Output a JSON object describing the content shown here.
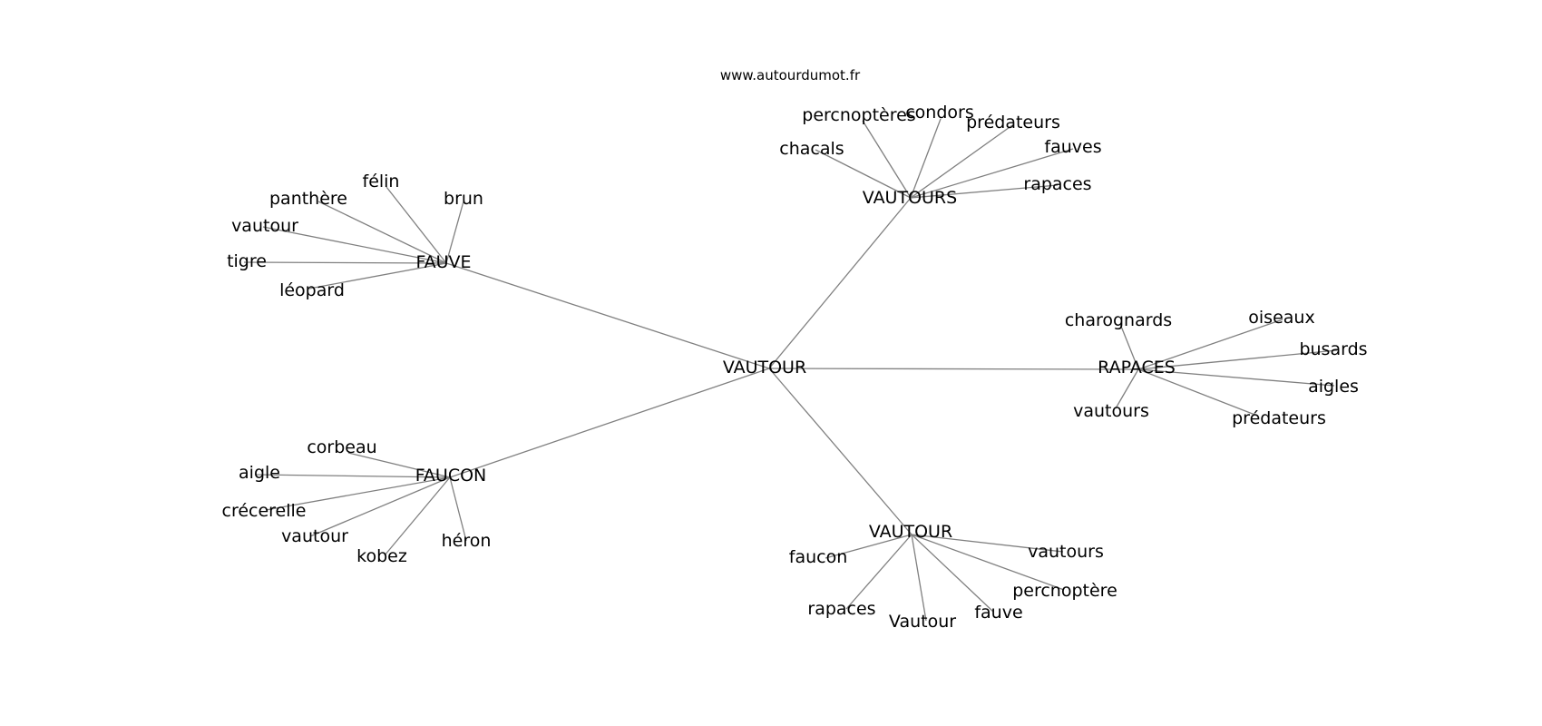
{
  "site": "www.autourdumot.fr",
  "graph": {
    "root": "VAUTOUR",
    "clusters": [
      {
        "hub": "FAUVE",
        "leaves": [
          "félin",
          "brun",
          "panthère",
          "vautour",
          "tigre",
          "léopard"
        ]
      },
      {
        "hub": "VAUTOURS",
        "leaves": [
          "percnoptères",
          "condors",
          "prédateurs",
          "chacals",
          "fauves",
          "rapaces"
        ]
      },
      {
        "hub": "RAPACES",
        "leaves": [
          "charognards",
          "oiseaux",
          "busards",
          "aigles",
          "vautours",
          "prédateurs"
        ]
      },
      {
        "hub": "FAUCON",
        "leaves": [
          "corbeau",
          "aigle",
          "crécerelle",
          "vautour",
          "kobez",
          "héron"
        ]
      },
      {
        "hub": "VAUTOUR",
        "leaves": [
          "vautours",
          "faucon",
          "percnoptère",
          "rapaces",
          "Vautour",
          "fauve"
        ]
      }
    ]
  },
  "colors": {
    "edge": "#808080",
    "text": "#000000",
    "background": "#ffffff"
  }
}
